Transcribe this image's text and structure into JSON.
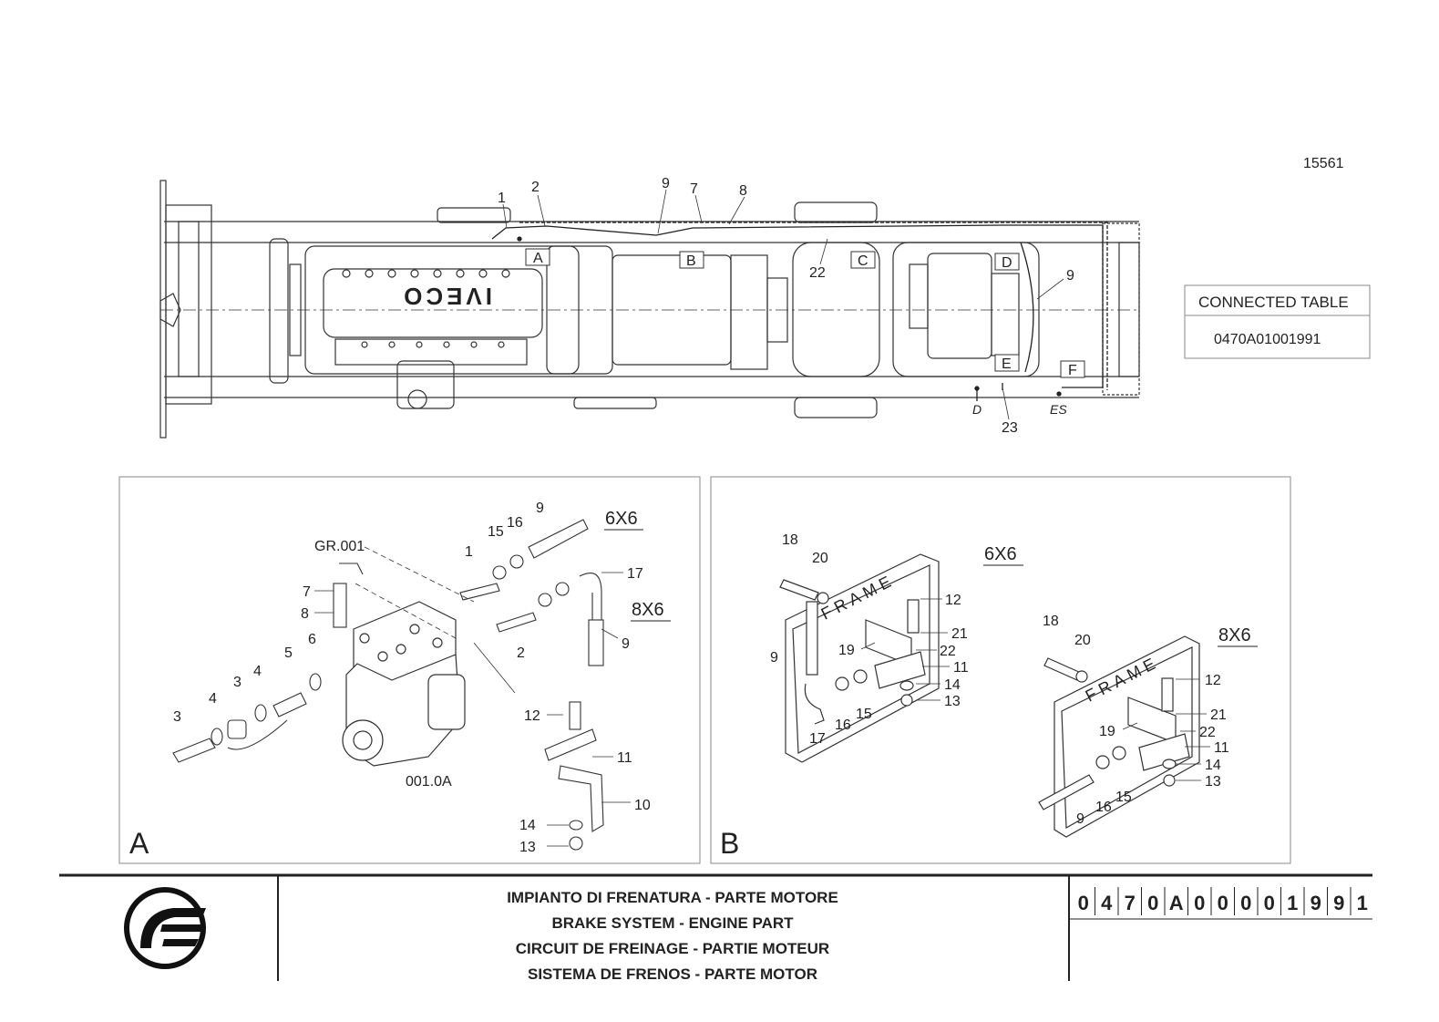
{
  "drawing_number": "15561",
  "connected_table": {
    "header": "CONNECTED TABLE",
    "value": "0470A01001991"
  },
  "overview": {
    "part_labels": [
      "1",
      "2",
      "9",
      "7",
      "8",
      "22",
      "9",
      "23"
    ],
    "section_boxes": [
      "A",
      "B",
      "C",
      "D",
      "E",
      "F"
    ],
    "markers": [
      "D",
      "ES"
    ],
    "engine_brand": "IVECO"
  },
  "panel_a": {
    "letter": "A",
    "variant_6x6": "6X6",
    "variant_8x6": "8X6",
    "group_label": "GR.001",
    "compressor_label": "001.0A",
    "parts": [
      "3",
      "4",
      "3",
      "4",
      "5",
      "6",
      "7",
      "8",
      "1",
      "2",
      "15",
      "16",
      "9",
      "17",
      "9",
      "12",
      "11",
      "10",
      "14",
      "13"
    ]
  },
  "panel_b": {
    "letter": "B",
    "variant_6x6": "6X6",
    "variant_8x6": "8X6",
    "frame_text": "FRAME",
    "left_parts": [
      "18",
      "20",
      "12",
      "21",
      "19",
      "22",
      "11",
      "14",
      "13",
      "9",
      "17",
      "16",
      "15"
    ],
    "right_parts": [
      "18",
      "20",
      "12",
      "21",
      "19",
      "22",
      "11",
      "14",
      "13",
      "9",
      "16",
      "15"
    ]
  },
  "title_block": {
    "lines": [
      "IMPIANTO DI FRENATURA - PARTE MOTORE",
      "BRAKE SYSTEM - ENGINE PART",
      "CIRCUIT DE FREINAGE - PARTIE MOTEUR",
      "SISTEMA DE FRENOS - PARTE MOTOR"
    ],
    "code_digits": [
      "0",
      "4",
      "7",
      "0",
      "A",
      "0",
      "0",
      "0",
      "0",
      "1",
      "9",
      "9",
      "1"
    ]
  }
}
